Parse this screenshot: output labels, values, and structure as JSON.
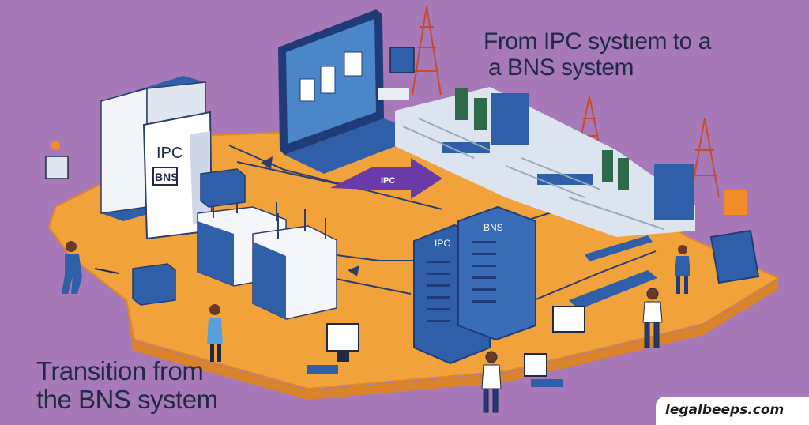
{
  "headline_top": {
    "line1": "From IPC  systıem  to a",
    "line2": "a BNS system"
  },
  "headline_bottom": {
    "line1": "Transition from",
    "line2": "the BNS system"
  },
  "illustration_labels": {
    "cabinet_top": "IPC",
    "cabinet_bottom": "BNS",
    "arrow_sign": "IPC",
    "tower_left": "IPC",
    "tower_right": "BNS"
  },
  "watermark": "legalbeeps.com",
  "colors": {
    "background": "#a779b8",
    "platform": "#f2a23a",
    "server_blue": "#2f5fa8",
    "accent_purple": "#6a3aa8",
    "text_dark": "#1f2a44"
  }
}
